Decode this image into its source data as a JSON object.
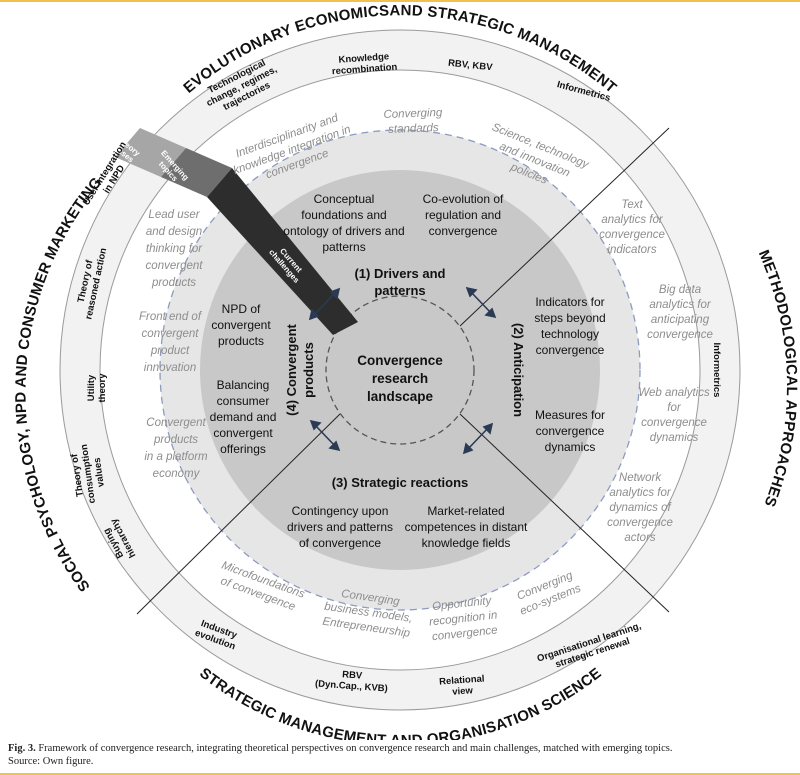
{
  "arc_titles": {
    "top": "EVOLUTIONARY ECONOMICSAND STRATEGIC MANAGEMENT",
    "left": "SOCIAL PSYCHOLOGY, NPD  AND CONSUMER MARKETING",
    "right": "METHODOLOGICAL APPROACHES",
    "bottom": "STRATEGIC MANAGEMENT AND ORGANISATION SCIENCE"
  },
  "theory_lenses": {
    "top": [
      [
        "Technological",
        "change, regimes,",
        "trajectories"
      ],
      [
        "Knowledge",
        "recombination"
      ],
      [
        "RBV, KBV"
      ],
      [
        "Informetrics"
      ]
    ],
    "left": [
      [
        "User integration",
        "in NPD"
      ],
      [
        "Theory of",
        "reasoned action"
      ],
      [
        "Utility",
        "theory"
      ],
      [
        "Theory of",
        "consumption",
        "values"
      ],
      [
        "Buying",
        "hierarchy"
      ]
    ],
    "right": [
      [
        "Informetrics"
      ]
    ],
    "bottom": [
      [
        "Industry",
        "evolution"
      ],
      [
        "RBV",
        "(Dyn.Cap., KVB)"
      ],
      [
        "Relational",
        "view"
      ],
      [
        "Organisational learning,",
        "strategic renewal"
      ]
    ]
  },
  "emerging_topics": {
    "top": [
      [
        "Interdisciplinarity and",
        "knowledge integration in",
        "convergence"
      ],
      [
        "Converging",
        "standards"
      ],
      [
        "Science, technology",
        "and innovation",
        "policies"
      ]
    ],
    "left": [
      [
        "Lead user",
        "and design",
        "thinking for",
        "convergent",
        "products"
      ],
      [
        "Front end of",
        "convergent",
        "product",
        "innovation"
      ],
      [
        "Convergent",
        "products",
        "in a platform",
        "economy"
      ]
    ],
    "right": [
      [
        "Text",
        "analytics for",
        "convergence",
        "indicators"
      ],
      [
        "Big data",
        "analytics for",
        "anticipating",
        "convergence"
      ],
      [
        "Web analytics",
        "for",
        "convergence",
        "dynamics"
      ],
      [
        "Network",
        "analytics for",
        "dynamics of",
        "convergence",
        "actors"
      ]
    ],
    "bottom": [
      [
        "Microfoundations",
        "of convergence"
      ],
      [
        "Converging",
        "business models,",
        "Entrepreneurship"
      ],
      [
        "Opportunity",
        "recognition in",
        "convergence"
      ],
      [
        "Converging",
        "eco-systems"
      ]
    ]
  },
  "current_challenges": {
    "top": [
      [
        "Conceptual",
        "foundations and",
        "ontology of drivers and",
        "patterns"
      ],
      [
        "Co-evolution of",
        "regulation and",
        "convergence"
      ]
    ],
    "right": [
      [
        "Indicators for",
        "steps beyond",
        "technology",
        "convergence"
      ],
      [
        "Measures for",
        "convergence",
        "dynamics"
      ]
    ],
    "bottom": [
      [
        "Contingency upon",
        "drivers and patterns",
        "of convergence"
      ],
      [
        "Market-related",
        "competences in distant",
        "knowledge fields"
      ]
    ],
    "left": [
      [
        "NPD of",
        "convergent",
        "products"
      ],
      [
        "Balancing",
        "consumer",
        "demand and",
        "convergent",
        "offerings"
      ]
    ]
  },
  "pillars": {
    "drivers": [
      "(1)  Drivers and",
      "patterns"
    ],
    "anticipation": "(2) Anticipation",
    "strategic": "(3) Strategic reactions",
    "products": [
      "(4) Convergent",
      "products"
    ]
  },
  "center": [
    "Convergence",
    "research",
    "landscape"
  ],
  "band_labels": {
    "theory": [
      "Theory",
      "lenses"
    ],
    "emerging": [
      "Emerging",
      "topics"
    ],
    "current": [
      "Current",
      "challenges"
    ]
  },
  "caption": {
    "label": "Fig. 3.",
    "text": " Framework of convergence research, integrating theoretical perspectives on convergence research and main challenges, matched with emerging topics.",
    "source": "Source: Own figure."
  },
  "colors": {
    "outer_ring": "#f2f2f2",
    "theory_ring": "#ffffff",
    "emerging_ring": "#e6e6e6",
    "current_ring": "#c8c8c8",
    "dashed": "#8c9bc0",
    "frame": "#f1c24b",
    "band_dark": "#2d2d2d",
    "band_mid": "#6e6e6e",
    "band_light": "#a6a6a6"
  }
}
